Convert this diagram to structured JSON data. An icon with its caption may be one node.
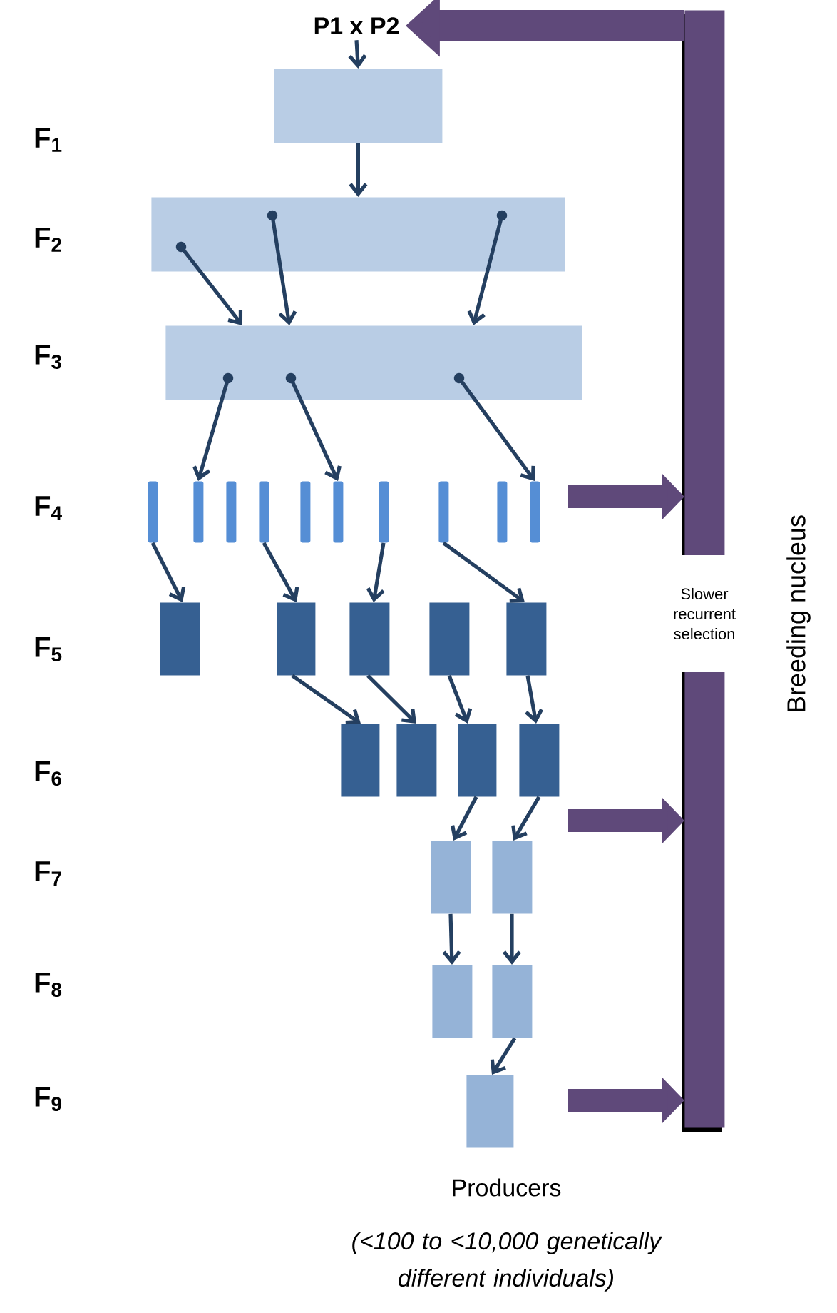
{
  "diagram": {
    "nodes": [
      {
        "text": [
          "P1 x P2"
        ]
      },
      {
        "text": [],
        "shape": "box"
      },
      {
        "text": [],
        "shape": "box"
      },
      {
        "text": [],
        "shape": "box"
      },
      {
        "text": [],
        "shape": "bar"
      },
      {
        "text": [],
        "shape": "bar"
      },
      {
        "text": [],
        "shape": "bar"
      },
      {
        "text": [],
        "shape": "bar"
      },
      {
        "text": [],
        "shape": "bar"
      },
      {
        "text": [],
        "shape": "bar"
      },
      {
        "text": [],
        "shape": "bar"
      },
      {
        "text": [],
        "shape": "bar"
      },
      {
        "text": [],
        "shape": "bar"
      },
      {
        "text": [],
        "shape": "bar"
      },
      {
        "text": [],
        "shape": "box"
      },
      {
        "text": [],
        "shape": "box"
      },
      {
        "text": [],
        "shape": "box"
      },
      {
        "text": [],
        "shape": "box"
      },
      {
        "text": [],
        "shape": "box"
      },
      {
        "text": [],
        "shape": "box"
      },
      {
        "text": [],
        "shape": "box"
      },
      {
        "text": [],
        "shape": "box"
      },
      {
        "text": [],
        "shape": "box"
      },
      {
        "text": [],
        "shape": "box"
      },
      {
        "text": [],
        "shape": "box"
      },
      {
        "text": [],
        "shape": "box"
      },
      {
        "text": [],
        "shape": "box"
      },
      {
        "text": [],
        "shape": "box"
      },
      {
        "text": [
          "Slower recurrent selection"
        ],
        "beside": [
          "Breeding nucleus"
        ]
      }
    ],
    "edges": [
      {
        "from": 0,
        "to": 1,
        "arrow": "to"
      },
      {
        "from": 1,
        "to": 2,
        "arrow": "to"
      },
      {
        "from": 2,
        "to": 3,
        "arrow": "to"
      },
      {
        "from": 2,
        "to": 3,
        "arrow": "to"
      },
      {
        "from": 2,
        "to": 3,
        "arrow": "to"
      },
      {
        "from": 3,
        "to": 5,
        "arrow": "to"
      },
      {
        "from": 3,
        "to": 9,
        "arrow": "to"
      },
      {
        "from": 3,
        "to": 13,
        "arrow": "to"
      },
      {
        "from": 4,
        "to": 14,
        "arrow": "to"
      },
      {
        "from": 7,
        "to": 15,
        "arrow": "to"
      },
      {
        "from": 10,
        "to": 16,
        "arrow": "to"
      },
      {
        "from": 11,
        "to": 18,
        "arrow": "to"
      },
      {
        "from": 15,
        "to": 19,
        "arrow": "to"
      },
      {
        "from": 16,
        "to": 20,
        "arrow": "to"
      },
      {
        "from": 17,
        "to": 21,
        "arrow": "to"
      },
      {
        "from": 18,
        "to": 22,
        "arrow": "to"
      },
      {
        "from": 21,
        "to": 23,
        "arrow": "to"
      },
      {
        "from": 22,
        "to": 24,
        "arrow": "to"
      },
      {
        "from": 23,
        "to": 25,
        "arrow": "to"
      },
      {
        "from": 24,
        "to": 26,
        "arrow": "to"
      },
      {
        "from": 26,
        "to": 27,
        "arrow": "to"
      },
      {
        "from": null,
        "to": 28,
        "arrow": "to",
        "style": "thick",
        "color": "#5f497a"
      },
      {
        "from": null,
        "to": 28,
        "arrow": "to",
        "style": "thick",
        "color": "#5f497a"
      },
      {
        "from": null,
        "to": 28,
        "arrow": "to",
        "style": "thick",
        "color": "#5f497a"
      },
      {
        "from": 28,
        "to": 0,
        "arrow": "to",
        "style": "thick",
        "color": "#5f497a"
      }
    ],
    "labels": [
      "F$_{1}$",
      "F$_{2}$",
      "F$_{3}$",
      "F$_{4}$",
      "F$_{5}$",
      "F$_{6}$",
      "F$_{7}$",
      "F$_{8}$",
      "F$_{9}$",
      "Producers",
      "(<100 to <10,000 genetically different individuals)"
    ]
  }
}
